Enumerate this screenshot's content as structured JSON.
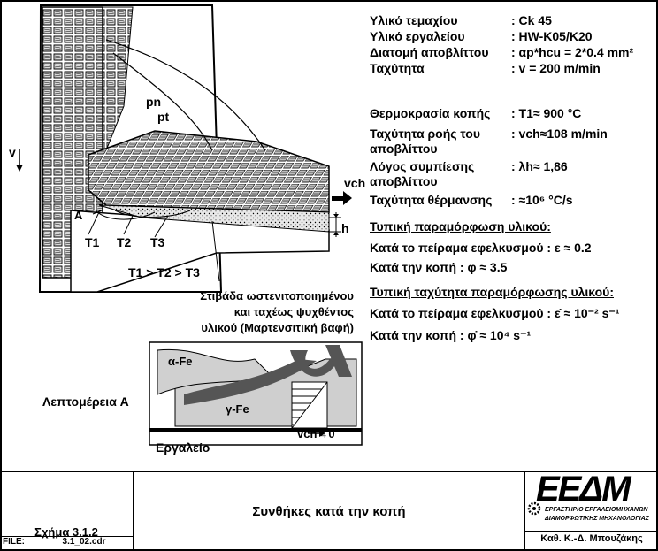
{
  "properties": [
    {
      "label": "Υλικό τεμαχίου",
      "value": ": Ck 45"
    },
    {
      "label": "Υλικό εργαλείου",
      "value": ": HW-K05/K20"
    },
    {
      "label": "Διατομή αποβλίττου",
      "value": ": αp*hcu = 2*0.4 mm²"
    },
    {
      "label": "Ταχύτητα",
      "value": ": v = 200 m/min"
    },
    {
      "label": "Θερμοκρασία κοπής",
      "value": ": T1≈ 900 °C"
    },
    {
      "label": "Ταχύτητα ροής του αποβλίττου",
      "value": ": vch≈108 m/min"
    },
    {
      "label": "Λόγος συμπίεσης αποβλίττου",
      "value": ": λh≈ 1,86"
    },
    {
      "label": "Ταχύτητα θέρμανσης",
      "value": ": ≈10⁶ °C/s"
    }
  ],
  "strain": {
    "heading": "Τυπική παραμόρφωση υλικού:",
    "tensile": "Κατά το πείραμα εφελκυσμού :  ε ≈ 0.2",
    "cutting": "Κατά την κοπή : φ ≈ 3.5"
  },
  "strain_rate": {
    "heading": "Τυπική ταχύτητα παραμόρφωσης υλικού:",
    "tensile": "Κατά το πείραμα εφελκυσμού :  ε̇ ≈ 10⁻² s⁻¹",
    "cutting": "Κατά την κοπή : φ̇ ≈ 10⁴ s⁻¹"
  },
  "diagram": {
    "pn": "pn",
    "pt": "pt",
    "v": "v",
    "vch": "vch",
    "h": "h",
    "A": "A",
    "T1": "T1",
    "T2": "T2",
    "T3": "T3",
    "temp_order": "T1 > T2 > T3",
    "layer_note": [
      "Στιβάδα ωστενιτοποιημένου",
      "και ταχέως ψυχθέντος",
      "υλικού (Μαρτενσιτική βαφή)"
    ],
    "detail_label": "Λεπτομέρεια A",
    "alpha_fe": "α-Fe",
    "gamma_fe": "γ-Fe",
    "vch_zero": "vch→0",
    "tool": "Εργαλείο"
  },
  "title_block": {
    "title": "Συνθήκες κατά την κοπή",
    "figure": "Σχήμα 3.1.2",
    "file_label": "FILE:",
    "file_name": "3.1_02.cdr",
    "logo_text": "ΕΕΔΜ",
    "lab_line1": "ΕΡΓΑΣΤΗΡΙΟ ΕΡΓΑΛΕΙΟΜΗΧΑΝΩΝ",
    "lab_line2": "ΔΙΑΜΟΡΦΩΤΙΚΗΣ ΜΗΧΑΝΟΛΟΓΙΑΣ",
    "author": "Καθ. Κ.-Δ. Μπουζάκης"
  }
}
